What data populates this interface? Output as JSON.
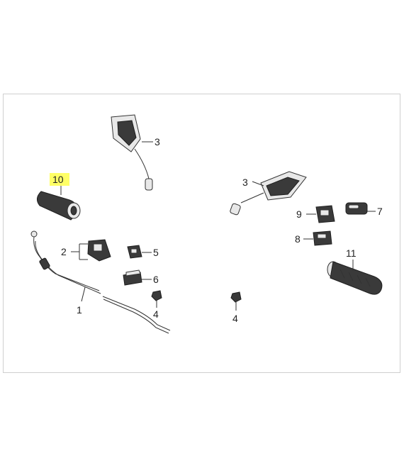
{
  "callouts": {
    "c10": "10",
    "c3a": "3",
    "c3b": "3",
    "c2": "2",
    "c5": "5",
    "c6": "6",
    "c4a": "4",
    "c4b": "4",
    "c1": "1",
    "c9": "9",
    "c7": "7",
    "c8": "8",
    "c11": "11"
  },
  "colors": {
    "highlight": "#ffff66",
    "border": "#cfcfcf",
    "ink": "#333333"
  }
}
